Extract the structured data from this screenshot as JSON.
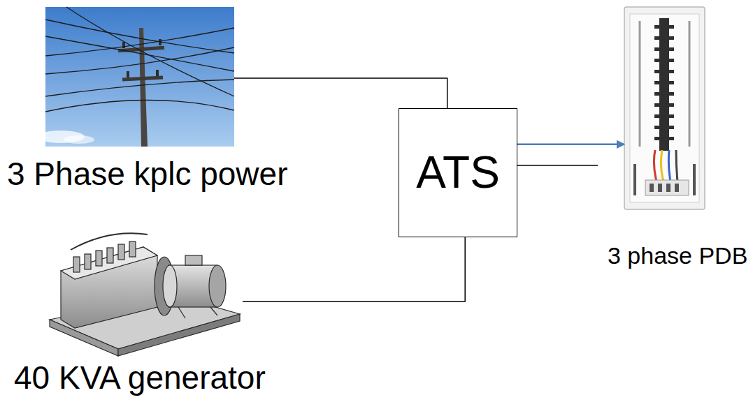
{
  "diagram": {
    "nodes": [
      {
        "text": [
          "3 Phase kplc power"
        ]
      },
      {
        "text": [
          "40 KVA generator"
        ]
      },
      {
        "text": [
          "ATS"
        ]
      },
      {
        "text": [
          "3 phase PDB"
        ]
      }
    ],
    "edges": [
      {
        "from": 0,
        "to": 2,
        "arrow": "none"
      },
      {
        "from": 1,
        "to": 2,
        "arrow": "none"
      },
      {
        "from": 2,
        "to": 3,
        "arrow": "to"
      }
    ]
  }
}
